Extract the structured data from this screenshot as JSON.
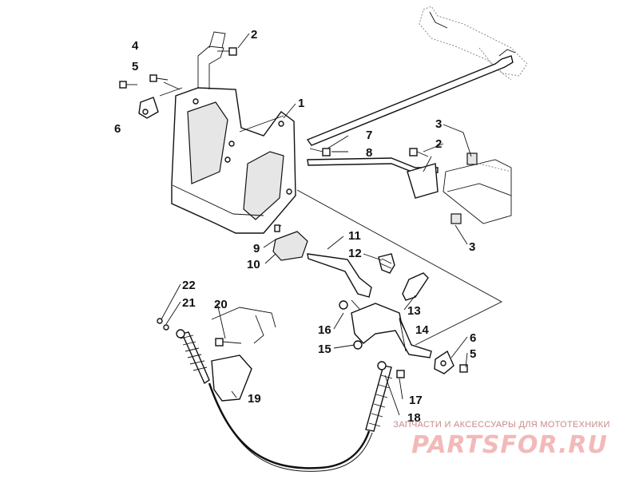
{
  "callouts": {
    "c1": "1",
    "c2a": "2",
    "c2b": "2",
    "c3a": "3",
    "c3b": "3",
    "c4": "4",
    "c5a": "5",
    "c5b": "5",
    "c6a": "6",
    "c6b": "6",
    "c7": "7",
    "c8": "8",
    "c9": "9",
    "c10": "10",
    "c11": "11",
    "c12": "12",
    "c13": "13",
    "c14": "14",
    "c15": "15",
    "c16": "16",
    "c17": "17",
    "c18": "18",
    "c19": "19",
    "c20": "20",
    "c21": "21",
    "c22": "22"
  },
  "watermark": {
    "tagline": "ЗАПЧАСТИ И АКСЕССУАРЫ ДЛЯ МОТОТЕХНИКИ",
    "logo": "PARTSFOR.RU"
  }
}
